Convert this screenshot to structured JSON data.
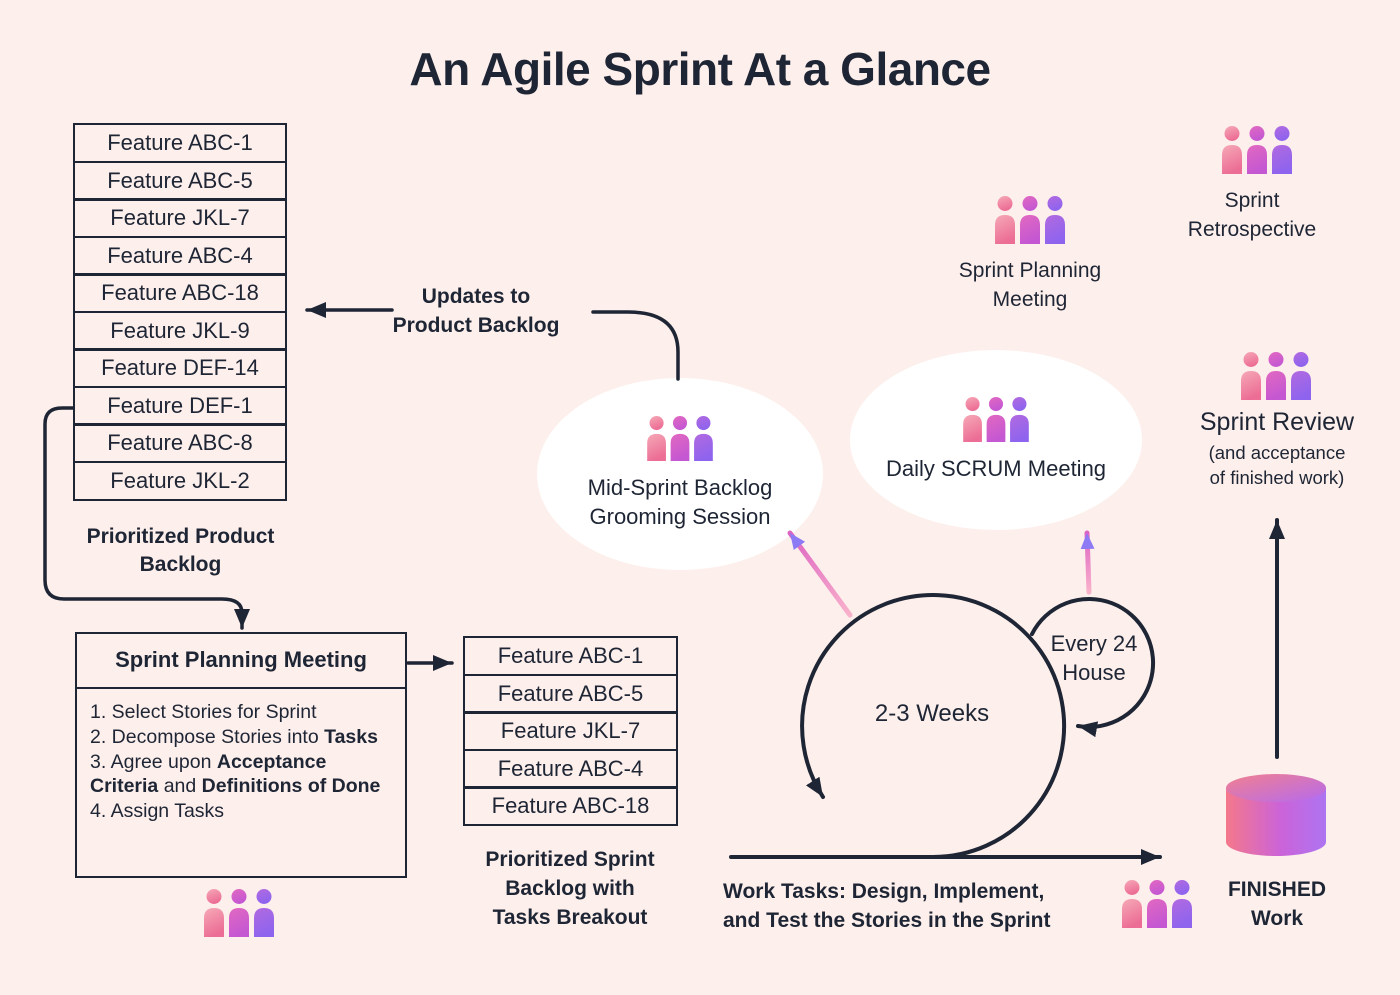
{
  "title": "An Agile Sprint At a Glance",
  "colors": {
    "background": "#fdefec",
    "ink": "#1e2534",
    "ellipse_fill": "#ffffff",
    "person_pink": [
      "#f6a9b7",
      "#ec6d95"
    ],
    "person_magenta": [
      "#e269c1",
      "#c457d2"
    ],
    "person_purple": [
      "#b26ae0",
      "#8e64ee"
    ],
    "pink_arrow_shaft": [
      "#f9b2cb",
      "#dd63c3"
    ],
    "pink_arrow_head": "#8d7bf5",
    "cylinder": [
      "#f4788b",
      "#cb63d9",
      "#ae74f1"
    ]
  },
  "product_backlog": {
    "items": [
      "Feature ABC-1",
      "Feature ABC-5",
      "Feature JKL-7",
      "Feature ABC-4",
      "Feature ABC-18",
      "Feature JKL-9",
      "Feature DEF-14",
      "Feature DEF-1",
      "Feature ABC-8",
      "Feature JKL-2"
    ],
    "label_lines": [
      "Prioritized Product",
      "Backlog"
    ]
  },
  "updates": {
    "label_lines": [
      "Updates to",
      "Product Backlog"
    ]
  },
  "planning_box": {
    "title": "Sprint Planning Meeting",
    "item1": "1. Select Stories for Sprint",
    "item2_pre": "2. Decompose Stories into ",
    "item2_bold": "Tasks",
    "item3_pre": "3. Agree upon ",
    "item3_bold1": "Acceptance Criteria",
    "item3_mid": " and ",
    "item3_bold2": "Definitions of Done",
    "item4": "4. Assign Tasks"
  },
  "sprint_backlog": {
    "items": [
      "Feature ABC-1",
      "Feature ABC-5",
      "Feature JKL-7",
      "Feature ABC-4",
      "Feature ABC-18"
    ],
    "label_lines": [
      "Prioritized Sprint",
      "Backlog with",
      "Tasks Breakout"
    ]
  },
  "mid_sprint_ellipse": {
    "lines": [
      "Mid-Sprint Backlog",
      "Grooming Session"
    ]
  },
  "daily_scrum_ellipse": {
    "lines": [
      "Daily SCRUM",
      "Meeting"
    ]
  },
  "top_labels": {
    "sprint_planning_lines": [
      "Sprint Planning",
      "Meeting"
    ],
    "retrospective_lines": [
      "Sprint",
      "Retrospective"
    ]
  },
  "review": {
    "title": "Sprint Review",
    "sub_lines": [
      "(and acceptance",
      "of finished work)"
    ]
  },
  "cycle": {
    "big": "2-3 Weeks",
    "small_lines": [
      "Every 24",
      "House"
    ]
  },
  "work_tasks": {
    "lines": [
      "Work Tasks: Design, Implement,",
      "and Test the Stories in the Sprint"
    ]
  },
  "finished": {
    "lines": [
      "FINISHED",
      "Work"
    ]
  }
}
